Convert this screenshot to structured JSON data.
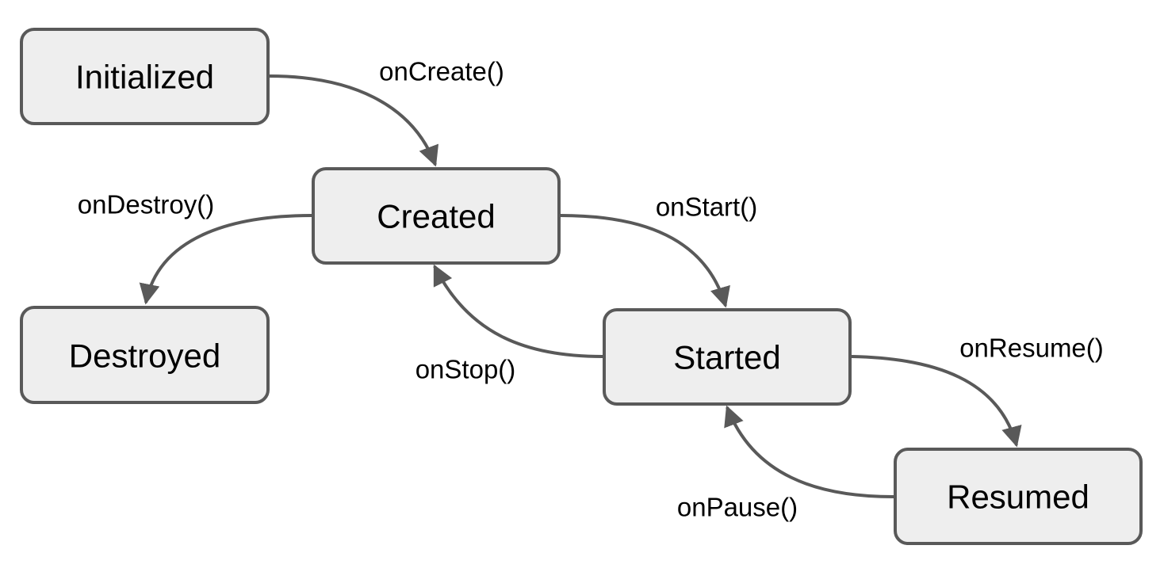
{
  "diagram": {
    "states": {
      "initialized": "Initialized",
      "created": "Created",
      "destroyed": "Destroyed",
      "started": "Started",
      "resumed": "Resumed"
    },
    "transitions": {
      "on_create": "onCreate()",
      "on_destroy": "onDestroy()",
      "on_start": "onStart()",
      "on_stop": "onStop()",
      "on_resume": "onResume()",
      "on_pause": "onPause()"
    },
    "colors": {
      "box_fill": "#eeeeee",
      "stroke": "#595959",
      "text": "#000000"
    }
  }
}
